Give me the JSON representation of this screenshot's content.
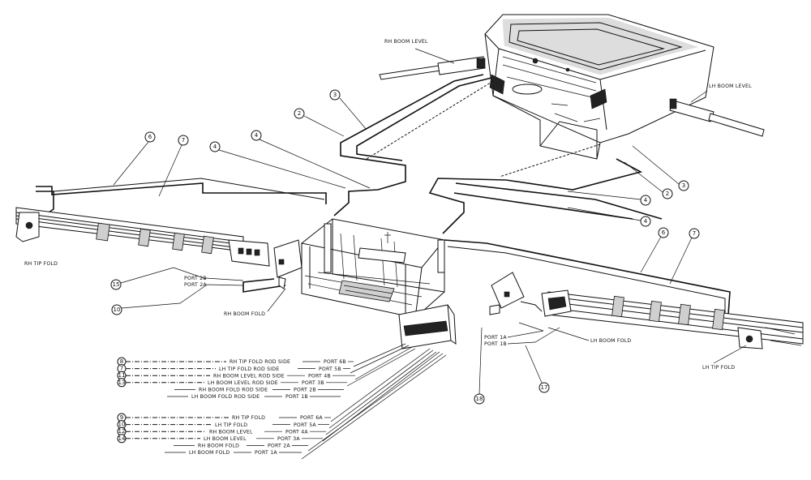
{
  "labels": {
    "rh_boom_level": "RH BOOM LEVEL",
    "lh_boom_level": "LH BOOM LEVEL",
    "rh_tip_fold": "RH TIP FOLD",
    "lh_tip_fold": "LH TIP FOLD",
    "rh_boom_fold": "RH BOOM FOLD",
    "lh_boom_fold": "LH BOOM FOLD",
    "port_2b": "PORT 2B",
    "port_2a": "PORT 2A",
    "port_1a": "PORT 1A",
    "port_1b": "PORT 1B"
  },
  "callouts": [
    "2",
    "3",
    "4",
    "4",
    "6",
    "7",
    "2",
    "3",
    "4",
    "4",
    "6",
    "7",
    "15",
    "10",
    "17",
    "18"
  ],
  "hose_table_rod": [
    {
      "num": "8",
      "text": "RH TIP FOLD ROD SIDE",
      "port": "PORT 6B"
    },
    {
      "num": "7",
      "text": "LH TIP FOLD ROD SIDE",
      "port": "PORT 5B"
    },
    {
      "num": "11",
      "text": "RH BOOM LEVEL ROD SIDE",
      "port": "PORT 4B"
    },
    {
      "num": "13",
      "text": "LH BOOM LEVEL ROD SIDE",
      "port": "PORT 3B"
    },
    {
      "num": "",
      "text": "RH BOOM FOLD ROD SIDE",
      "port": "PORT 2B"
    },
    {
      "num": "",
      "text": "LH BOOM FOLD ROD SIDE",
      "port": "PORT 1B"
    }
  ],
  "hose_table_base": [
    {
      "num": "9",
      "text": "RH TIP FOLD",
      "port": "PORT 6A"
    },
    {
      "num": "10",
      "text": "LH TIP FOLD",
      "port": "PORT 5A"
    },
    {
      "num": "12",
      "text": "RH BOOM LEVEL",
      "port": "PORT 4A"
    },
    {
      "num": "14",
      "text": "LH BOOM LEVEL",
      "port": "PORT 3A"
    },
    {
      "num": "",
      "text": "RH BOOM FOLD",
      "port": "PORT 2A"
    },
    {
      "num": "",
      "text": "LH BOOM FOLD",
      "port": "PORT 1A"
    }
  ]
}
